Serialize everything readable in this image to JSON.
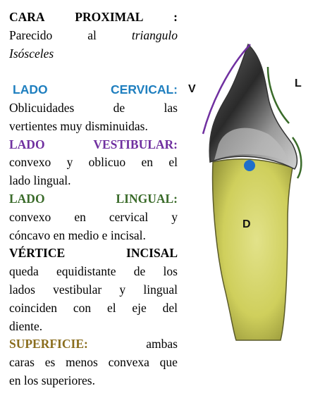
{
  "title": {
    "heading": "CARA PROXIMAL :",
    "line1_a": "Parecido",
    "line1_b": "al",
    "line1_c": "triangulo",
    "line2": "Isósceles"
  },
  "sections": {
    "cervical": {
      "heading_a": "LADO",
      "heading_b": "CERVICAL:",
      "line1": [
        "Oblicuidades",
        "de",
        "las"
      ],
      "line2": "vertientes muy disminuidas."
    },
    "vestibular": {
      "heading_a": "LADO",
      "heading_b": "VESTIBULAR:",
      "line1": [
        "convexo",
        "y",
        "oblicuo",
        "en",
        "el"
      ],
      "line2": "lado lingual."
    },
    "lingual": {
      "heading_a": "LADO",
      "heading_b": "LINGUAL:",
      "line1": [
        "convexo",
        "en",
        "cervical",
        "y"
      ],
      "line2": "cóncavo en medio e incisal."
    },
    "vertice": {
      "heading_a": "VÉRTICE",
      "heading_b": "INCISAL",
      "line1": [
        "queda",
        "equidistante",
        "de",
        "los"
      ],
      "line2": [
        "lados",
        "vestibular",
        "y",
        "lingual"
      ],
      "line3": [
        "coinciden",
        "con",
        "el",
        "eje",
        "del"
      ],
      "line4": "diente."
    },
    "superficie": {
      "heading": "SUPERFICIE:",
      "word": "ambas",
      "line1": [
        "caras",
        "es",
        "menos",
        "convexa",
        "que"
      ],
      "line2": "en los superiores."
    }
  },
  "diagram": {
    "label_v": "V",
    "label_l": "L",
    "label_d": "D",
    "colors": {
      "crown_gray": "#9a9a9a",
      "root_yellow": "#d6d66a",
      "vestibular_line": "#7030a0",
      "lingual_line": "#3a6b2a",
      "dot": "#1f6fc9"
    }
  }
}
